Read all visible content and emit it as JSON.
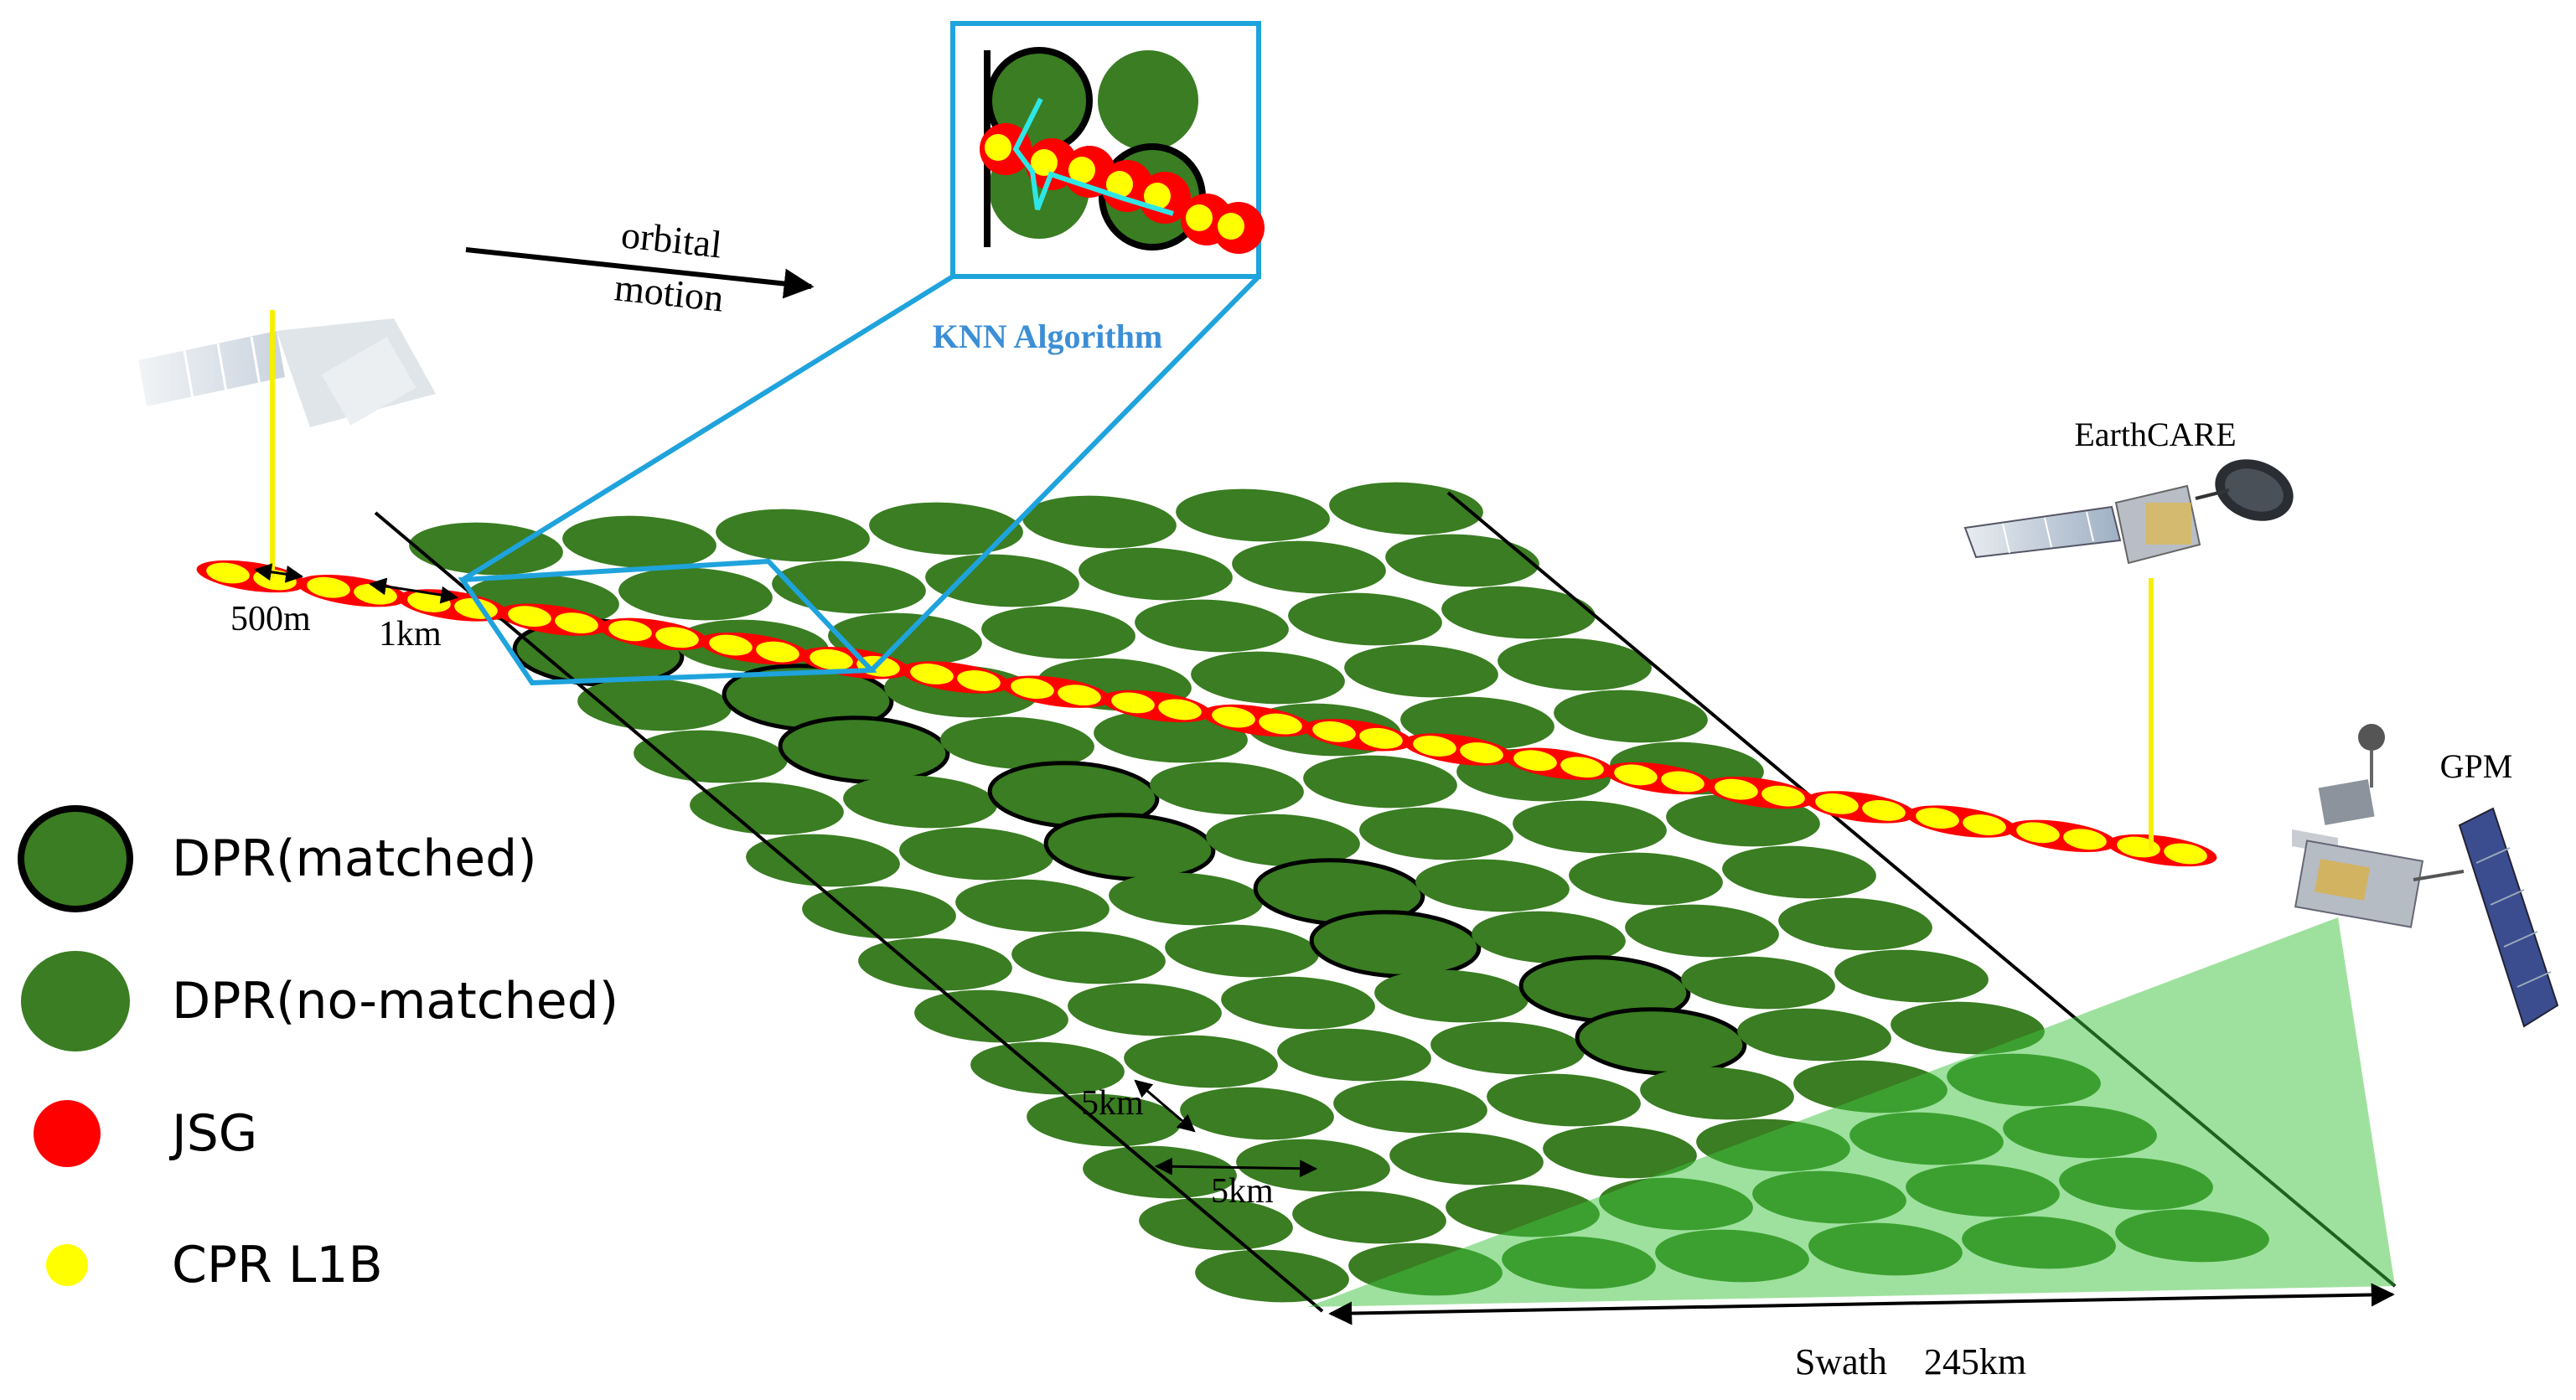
{
  "labels": {
    "orbital_line1": "orbital",
    "orbital_line2": "motion",
    "knn": "KNN Algorithm",
    "earthcare": "EarthCARE",
    "gpm": "GPM",
    "dist_500m": "500m",
    "dist_1km": "1km",
    "dist_5km_a": "5km",
    "dist_5km_b": "5km",
    "swath": "Swath    245km"
  },
  "legend": [
    {
      "label": "DPR(matched)",
      "marker": "dpr-matched"
    },
    {
      "label": "DPR(no-matched)",
      "marker": "dpr-no-matched"
    },
    {
      "label": "JSG",
      "marker": "jsg"
    },
    {
      "label": "CPR L1B",
      "marker": "cpr-l1b"
    }
  ],
  "colors": {
    "dpr_green": "#3a7d22",
    "jsg_red": "#ff0000",
    "cpr_yellow": "#ffff00",
    "knn_blue": "#1fa3dc",
    "knn_text": "#3c8fd6",
    "track_yellow": "#f5f000",
    "gpm_cone": "#3ec43e",
    "teal_line": "#2ee6e6"
  },
  "icons": {
    "satellite_earthcare": "satellite-icon",
    "satellite_gpm": "satellite-icon",
    "satellite_faded": "satellite-icon"
  }
}
